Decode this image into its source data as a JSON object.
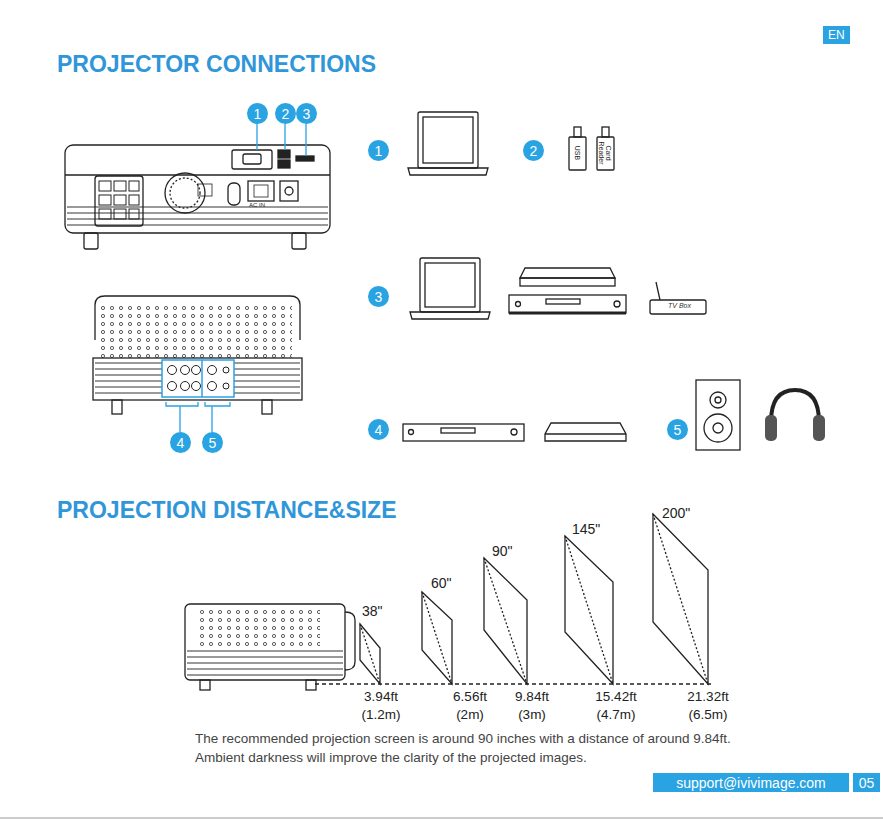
{
  "diagram": {
    "title": "PROJECTOR CONNECTIONS",
    "nodes": [
      {
        "text": [
          "EN"
        ]
      },
      {
        "text": [
          "1"
        ]
      },
      {
        "text": [
          "2"
        ]
      },
      {
        "text": [
          "3"
        ]
      },
      {
        "text": [
          "1"
        ]
      },
      {
        "text": [
          "2"
        ]
      },
      {
        "text": [
          "3"
        ]
      },
      {
        "text": [
          "4"
        ]
      },
      {
        "text": [
          "5"
        ]
      },
      {
        "text": [
          "4"
        ]
      },
      {
        "text": [
          "5"
        ]
      },
      {
        "text": [
          "support@ivivimage.com"
        ]
      },
      {
        "text": [
          "05"
        ]
      }
    ],
    "labels": [
      "PROJECTION DISTANCE&SIZE",
      "38\"",
      "60\"",
      "90\"",
      "145\"",
      "200\"",
      "3.94ft",
      "(1.2m)",
      "6.56ft",
      "(2m)",
      "9.84ft",
      "(3m)",
      "15.42ft",
      "(4.7m)",
      "21.32ft",
      "(6.5m)",
      "The recommended projection screen is around 90 inches with a distance of around 9.84ft.",
      "Ambient darkness will improve the clarity of the projected images.",
      "USB",
      "Card Reader",
      "TV Box",
      "AC IN"
    ]
  }
}
